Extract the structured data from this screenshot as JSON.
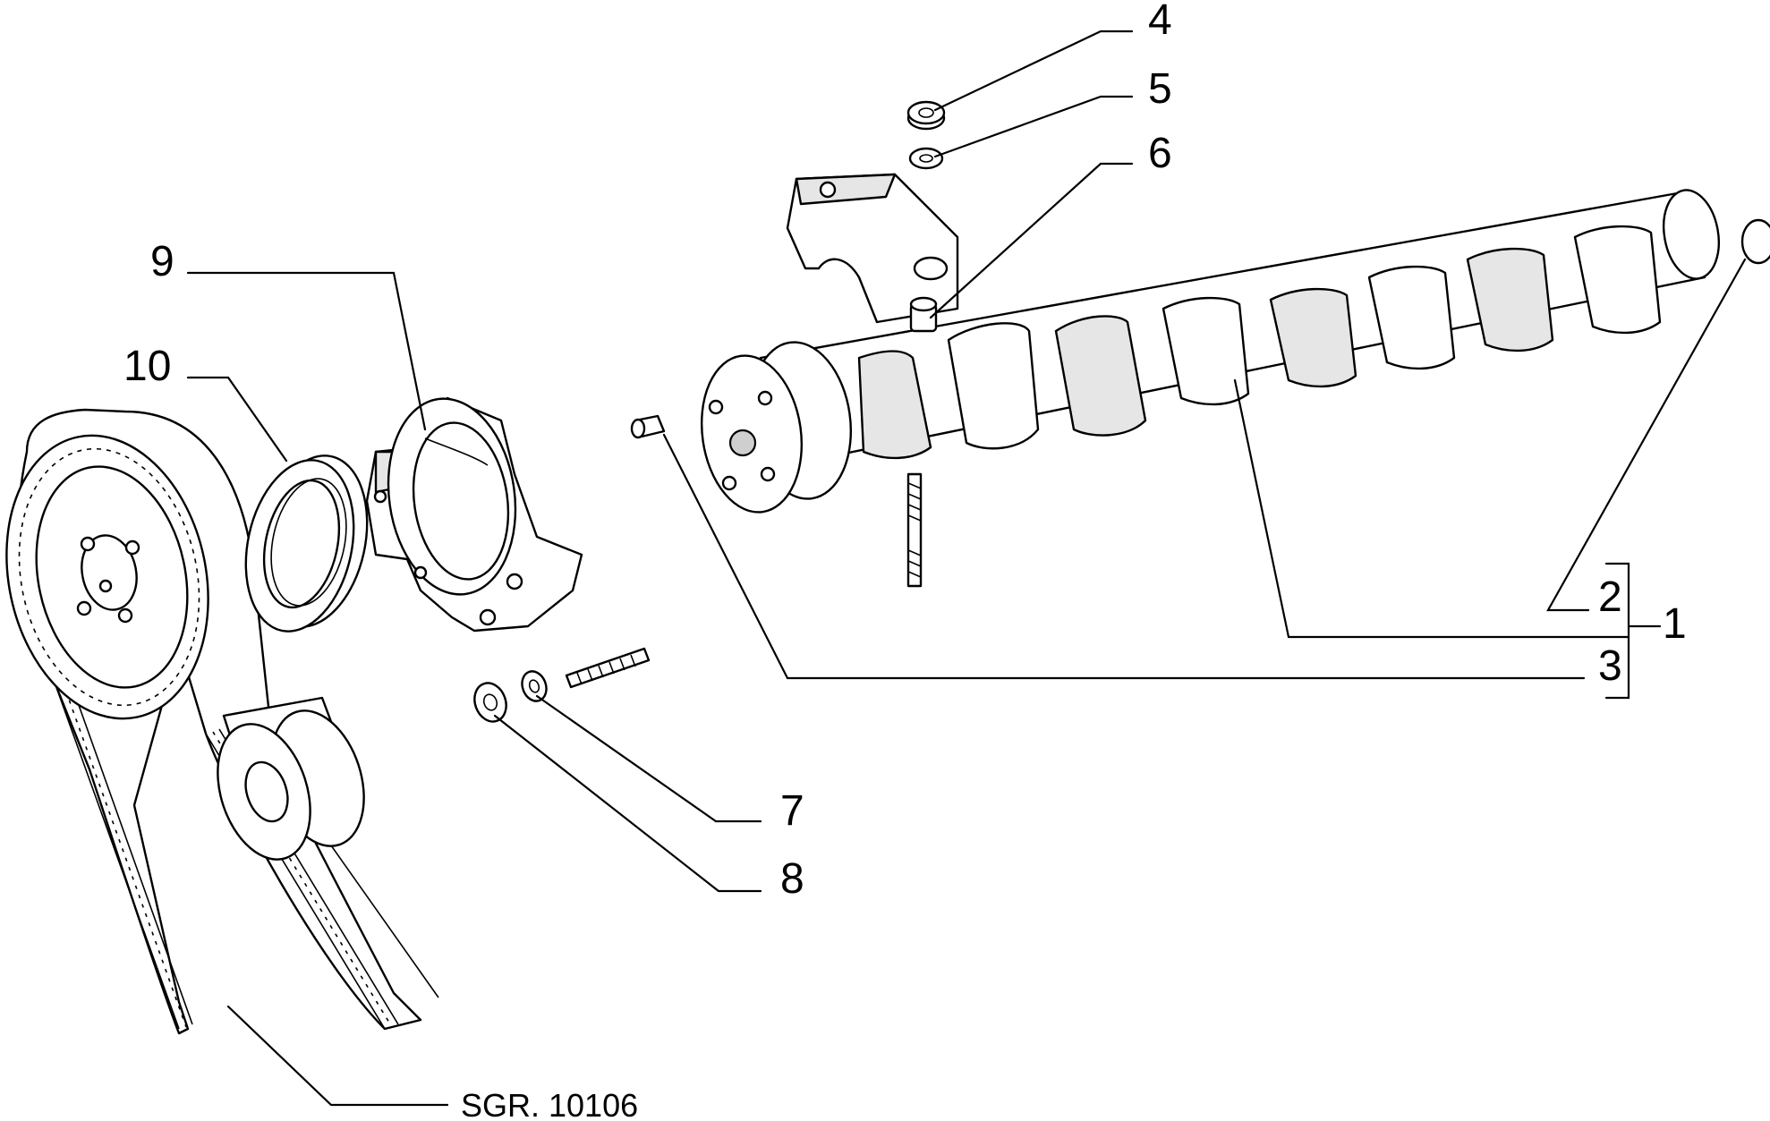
{
  "callouts": {
    "c1": "1",
    "c2": "2",
    "c3": "3",
    "c4": "4",
    "c5": "5",
    "c6": "6",
    "c7": "7",
    "c8": "8",
    "c9": "9",
    "c10": "10"
  },
  "reference": "SGR. 10106",
  "icons": [
    "timing-belt",
    "camshaft-pulley",
    "belt-tensioner-roller",
    "oil-seal",
    "camshaft-support-flange",
    "camshaft",
    "bearing-cap",
    "plug",
    "dowel-pin",
    "nut",
    "washer",
    "stud"
  ]
}
